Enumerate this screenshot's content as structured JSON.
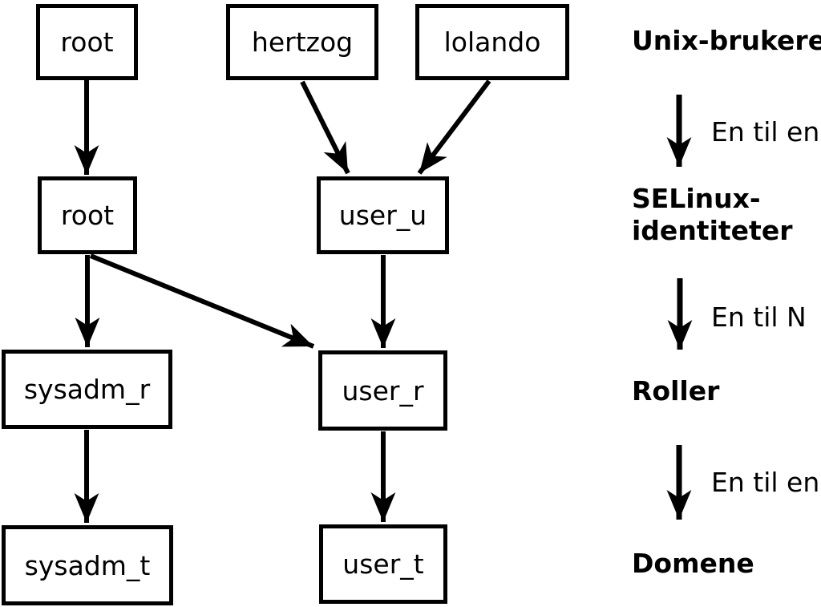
{
  "nodes": {
    "unix_root": "root",
    "unix_hertzog": "hertzog",
    "unix_lolando": "lolando",
    "selinux_root": "root",
    "selinux_user_u": "user_u",
    "role_sysadm_r": "sysadm_r",
    "role_user_r": "user_r",
    "domain_sysadm_t": "sysadm_t",
    "domain_user_t": "user_t"
  },
  "legend": {
    "unix_users": "Unix-brukere",
    "one_to_one_1": "En til en",
    "selinux_identities_line1": "SELinux-",
    "selinux_identities_line2": "identiteter",
    "one_to_n": "En til N",
    "roles": "Roller",
    "one_to_one_2": "En til en",
    "domains": "Domene"
  },
  "colors": {
    "foreground": "#000000",
    "background": "#ffffff"
  }
}
